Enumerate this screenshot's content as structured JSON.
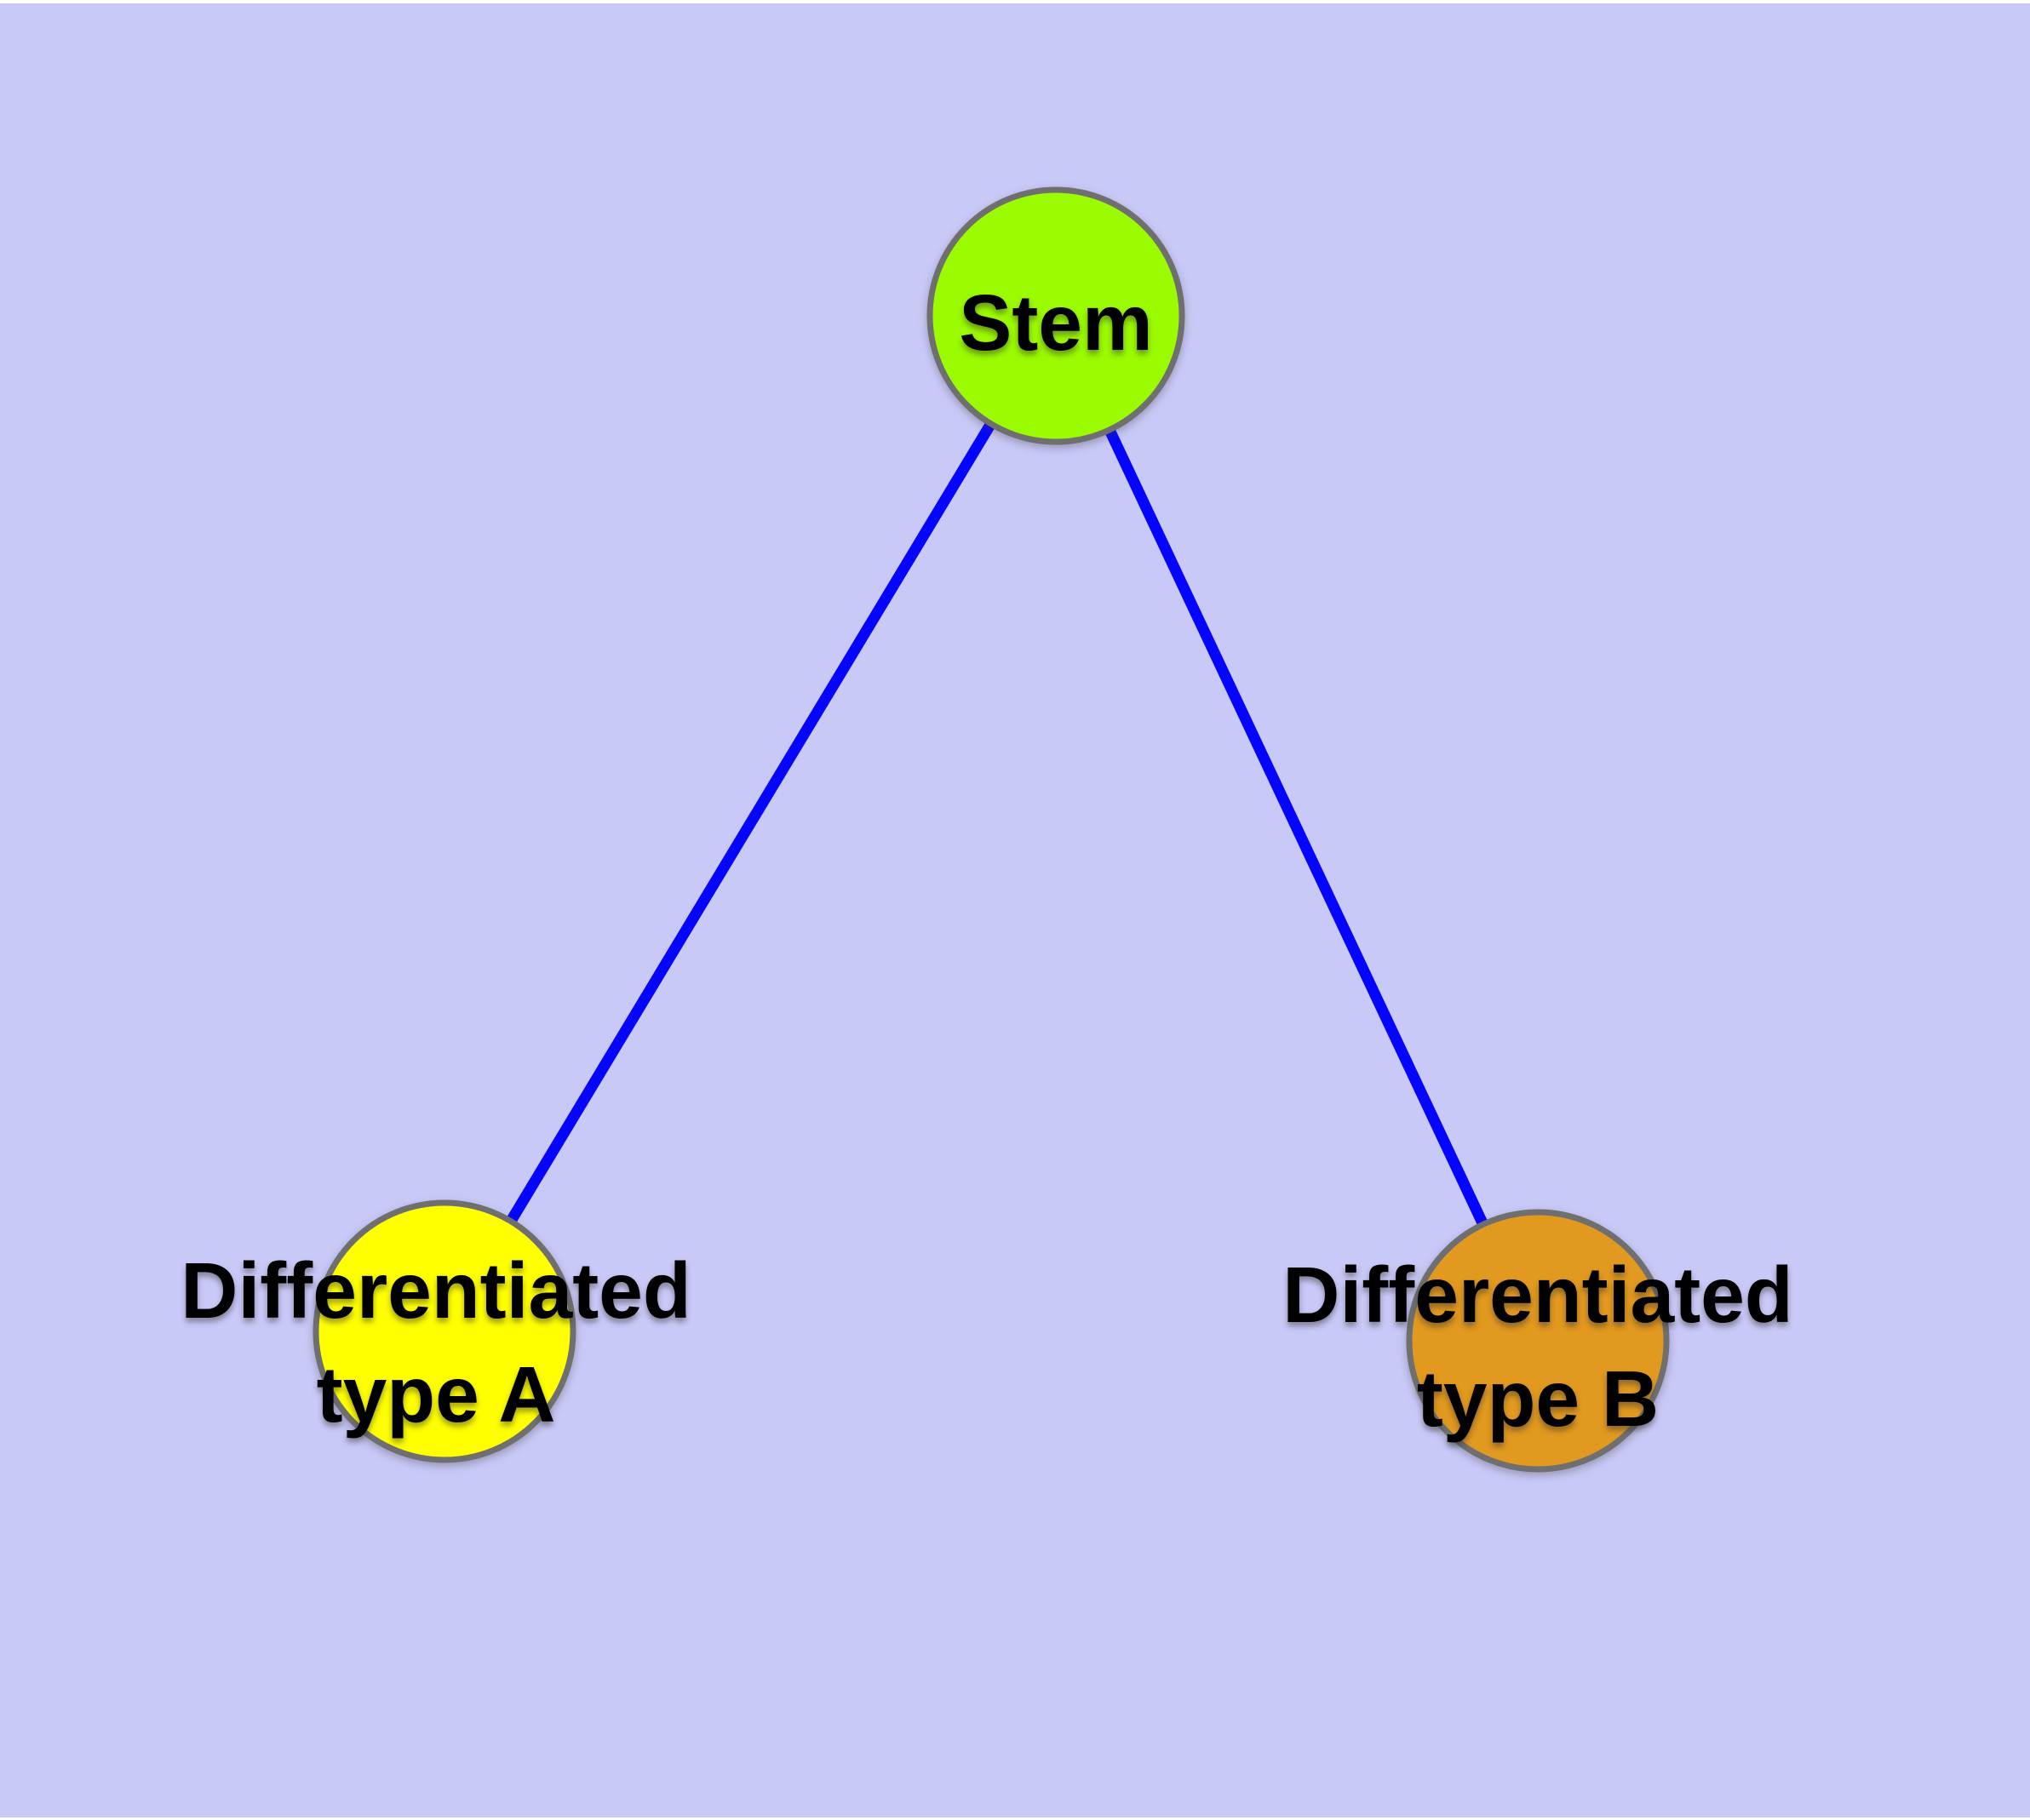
{
  "diagram": {
    "background_color": "#C9C9F8",
    "frame_color": "#FFFFFF",
    "node_border_color": "#6F6F6F",
    "edge_color": "#0505FF",
    "label_color": "#000000",
    "nodes": [
      {
        "id": "stem",
        "label": "Stem",
        "line1": "Stem",
        "color": "#9BFB00"
      },
      {
        "id": "differentiated-type-a",
        "label": "Differentiated type A",
        "line1": "Differentiated",
        "line2": "type A",
        "color": "#FFFF00"
      },
      {
        "id": "differentiated-type-b",
        "label": "Differentiated type B",
        "line1": "Differentiated",
        "line2": "type B",
        "color": "#E2991F"
      }
    ],
    "edges": [
      {
        "from": "Stem",
        "to": "Differentiated type A"
      },
      {
        "from": "Stem",
        "to": "Differentiated type B"
      }
    ]
  }
}
